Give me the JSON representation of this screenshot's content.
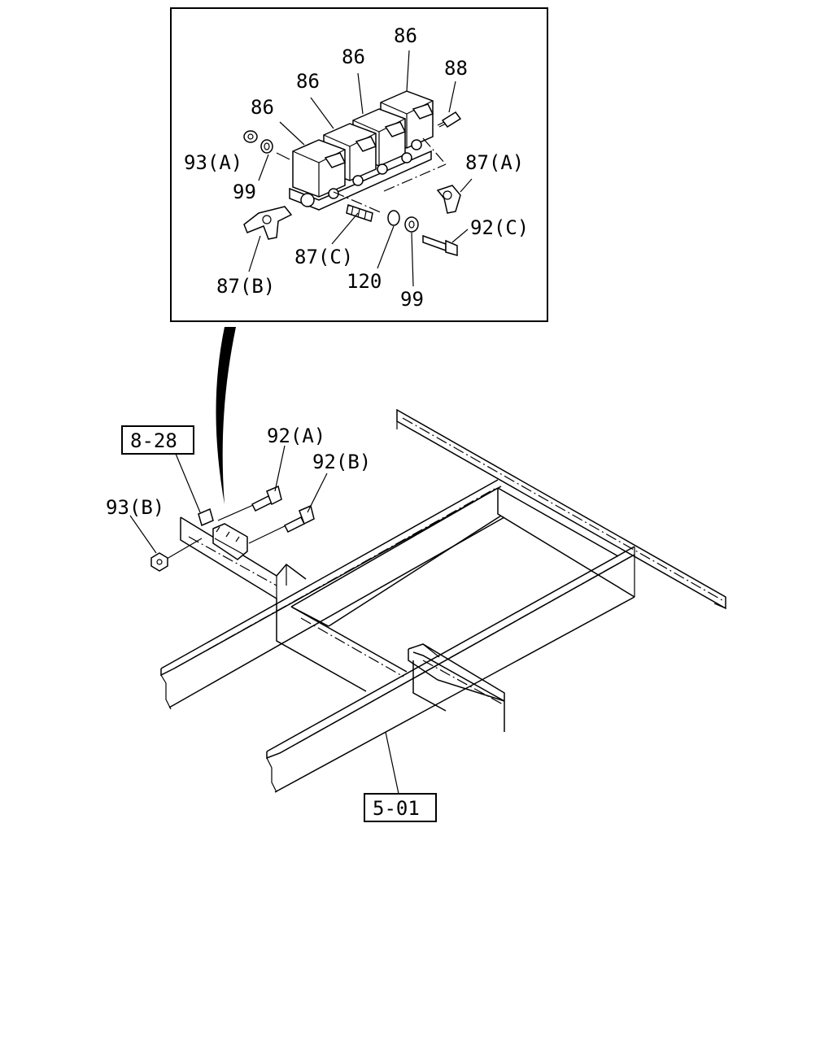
{
  "inset_labels": {
    "p86_1": "86",
    "p86_2": "86",
    "p86_3": "86",
    "p86_4": "86",
    "p88": "88",
    "p93a": "93(A)",
    "p99_top": "99",
    "p87a": "87(A)",
    "p92c": "92(C)",
    "p87c": "87(C)",
    "p120": "120",
    "p87b": "87(B)",
    "p99_bottom": "99"
  },
  "main_labels": {
    "p92a": "92(A)",
    "p92b": "92(B)",
    "p93b": "93(B)"
  },
  "references": {
    "ref_828": "8-28",
    "ref_501": "5-01"
  }
}
